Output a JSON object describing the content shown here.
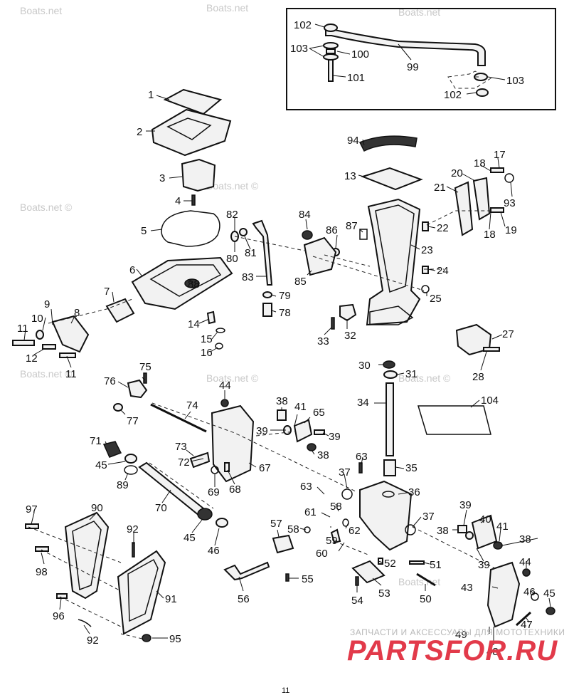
{
  "watermarks": [
    "Boats.net",
    "Boats.net",
    "Boats.net",
    "Boats.net ©",
    "Boats.net ©",
    "Boats.net ©",
    "Boats.net ©",
    "Boats.net ©",
    "Boats.net"
  ],
  "footer": {
    "subtitle": "ЗАПЧАСТИ И АКСЕССУАРЫ ДЛЯ МОТОТЕХНИКИ",
    "logo": "PARTSFOR.RU",
    "page_number": "11"
  },
  "labels": [
    "102",
    "103",
    "100",
    "99",
    "101",
    "103",
    "102",
    "1",
    "2",
    "3",
    "4",
    "5",
    "6",
    "7",
    "8",
    "9",
    "10",
    "11",
    "12",
    "11",
    "14",
    "15",
    "16",
    "82",
    "80",
    "81",
    "83",
    "79",
    "78",
    "88",
    "94",
    "13",
    "84",
    "86",
    "87",
    "85",
    "23",
    "22",
    "24",
    "25",
    "33",
    "32",
    "21",
    "20",
    "18",
    "17",
    "93",
    "18",
    "19",
    "27",
    "28",
    "30",
    "31",
    "34",
    "104",
    "35",
    "36",
    "76",
    "75",
    "77",
    "74",
    "44",
    "38",
    "41",
    "65",
    "39",
    "39",
    "38",
    "71",
    "45",
    "89",
    "73",
    "72",
    "69",
    "68",
    "67",
    "70",
    "45",
    "46",
    "63",
    "37",
    "63",
    "58",
    "61",
    "59",
    "62",
    "57",
    "58",
    "60",
    "37",
    "52",
    "51",
    "39",
    "40",
    "41",
    "38",
    "38",
    "39",
    "44",
    "43",
    "46",
    "45",
    "47",
    "49",
    "48",
    "90",
    "97",
    "92",
    "98",
    "91",
    "96",
    "92",
    "95",
    "56",
    "55",
    "54",
    "53",
    "50"
  ]
}
